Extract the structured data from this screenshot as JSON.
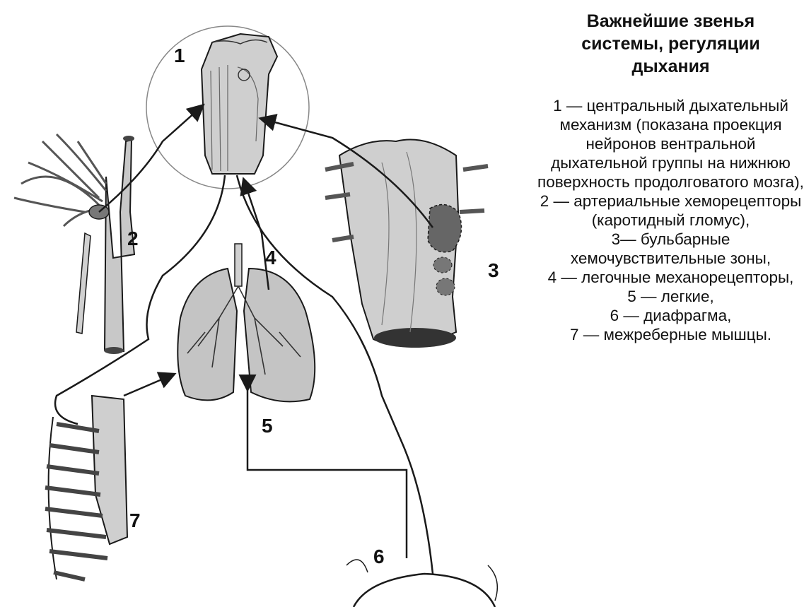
{
  "title": "Важнейшие звенья системы, регуляции дыхания",
  "figure_labels": [
    "1",
    "2",
    "3",
    "4",
    "5",
    "6",
    "7"
  ],
  "legend": [
    {
      "num": "1",
      "text": "1 — центральный дыхательный механизм (показана проекция нейронов вентральной дыхательной группы на нижнюю поверхность продолговатого мозга),"
    },
    {
      "num": "2",
      "text": "2 — артериальные хеморецепторы (каротидный гломус),"
    },
    {
      "num": "3",
      "text": "3— бульбарные хемочувствительные зоны,"
    },
    {
      "num": "4",
      "text": "4 — легочные механорецепторы,"
    },
    {
      "num": "5",
      "text": "5 — легкие,"
    },
    {
      "num": "6",
      "text": "6 — диафрагма,"
    },
    {
      "num": "7",
      "text": "7 — межреберные мышцы."
    }
  ],
  "colors": {
    "ink": "#1a1a1a",
    "tissue_light": "#d9d9d9",
    "tissue_mid": "#a9a9a9",
    "tissue_dark": "#555555"
  }
}
